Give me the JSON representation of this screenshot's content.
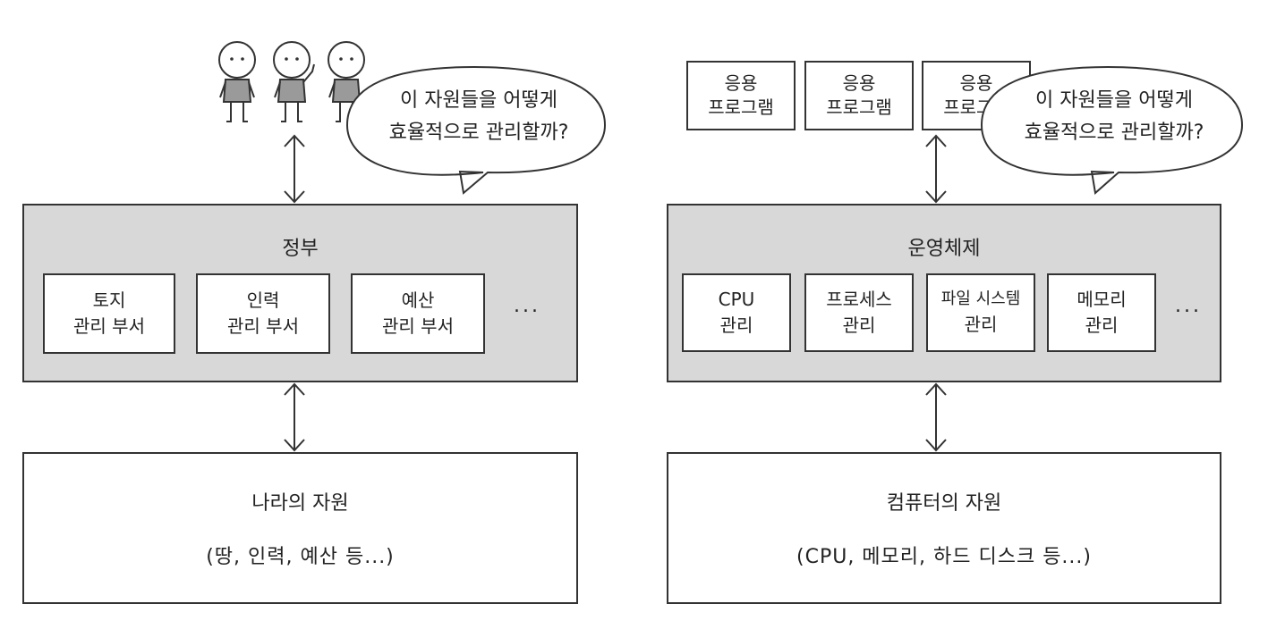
{
  "left": {
    "speech_bubble": {
      "line1": "이 자원들을 어떻게",
      "line2": "효율적으로 관리할까?"
    },
    "middle": {
      "title": "정부",
      "items": [
        {
          "line1": "토지",
          "line2": "관리 부서"
        },
        {
          "line1": "인력",
          "line2": "관리 부서"
        },
        {
          "line1": "예산",
          "line2": "관리 부서"
        }
      ],
      "ellipsis": "..."
    },
    "resources": {
      "title": "나라의 자원",
      "subtitle": "(땅, 인력, 예산 등...)"
    }
  },
  "right": {
    "apps": [
      {
        "line1": "응용",
        "line2": "프로그램"
      },
      {
        "line1": "응용",
        "line2": "프로그램"
      },
      {
        "line1": "응용",
        "line2": "프로그램"
      }
    ],
    "speech_bubble": {
      "line1": "이 자원들을 어떻게",
      "line2": "효율적으로 관리할까?"
    },
    "middle": {
      "title": "운영체제",
      "items": [
        {
          "line1": "CPU",
          "line2": "관리"
        },
        {
          "line1": "프로세스",
          "line2": "관리"
        },
        {
          "line1": "파일 시스템",
          "line2": "관리"
        },
        {
          "line1": "메모리",
          "line2": "관리"
        }
      ],
      "ellipsis": "..."
    },
    "resources": {
      "title": "컴퓨터의 자원",
      "subtitle": "(CPU, 메모리, 하드 디스크 등...)"
    }
  }
}
